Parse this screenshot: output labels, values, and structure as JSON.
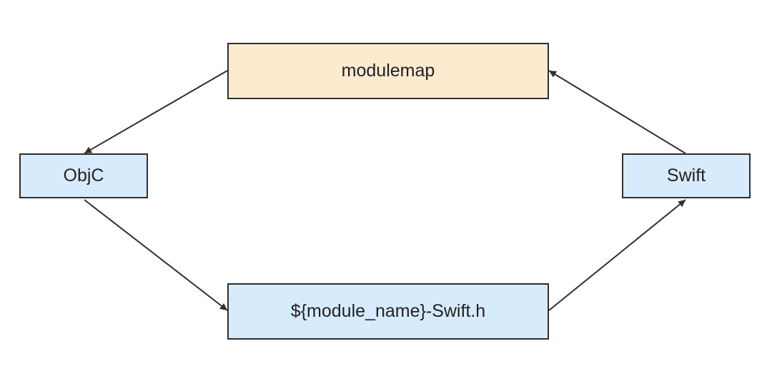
{
  "colors": {
    "background": "#ffffff",
    "highlight_fill": "#fdebd0",
    "default_fill": "#d8ebfc",
    "stroke": "#2f2f2f"
  },
  "nodes": {
    "modulemap": {
      "label": "modulemap",
      "fill": "#fdebd0"
    },
    "objc": {
      "label": "ObjC",
      "fill": "#d8ebfc"
    },
    "swift": {
      "label": "Swift",
      "fill": "#d8ebfc"
    },
    "header": {
      "label": "${module_name}-Swift.h",
      "fill": "#d8ebfc"
    }
  },
  "edges": [
    {
      "from": "modulemap",
      "to": "objc"
    },
    {
      "from": "objc",
      "to": "header"
    },
    {
      "from": "header",
      "to": "swift"
    },
    {
      "from": "swift",
      "to": "modulemap"
    }
  ]
}
